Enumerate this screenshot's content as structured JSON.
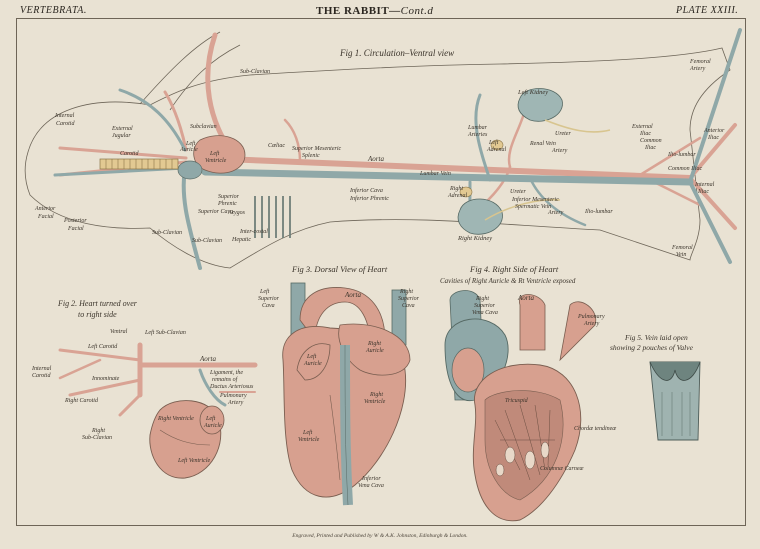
{
  "header": {
    "left": "VERTEBRATA.",
    "center": "THE RABBIT—",
    "center_cont": "Cont.d",
    "right": "PLATE XXIII."
  },
  "figures": {
    "fig1": "Fig 1. Circulation–Ventral view",
    "fig2_line1": "Fig 2. Heart turned over",
    "fig2_line2": "to right side",
    "fig3": "Fig 3. Dorsal View of Heart",
    "fig4_line1": "Fig 4. Right Side of Heart",
    "fig4_line2": "Cavities of Right Auricle & Rt Ventricle exposed",
    "fig5_line1": "Fig 5. Vein laid open",
    "fig5_line2": "showing 2 pouches of Valve"
  },
  "labels": {
    "sub_clavian": "Sub-Clavian",
    "internal_carotid": "Internal",
    "internal_carotid2": "Carotid",
    "external_jugular": "External",
    "external_jugular2": "Jugular",
    "subclavian2": "Subclavian",
    "carotid": "Carotid",
    "left_auricle": "Left",
    "left_auricle2": "Auricle",
    "left_ventricle": "Left",
    "left_ventricle2": "Ventricle",
    "right_auricle": "Right",
    "right_auricle2": "Auricle",
    "anterior_facial": "Anterior",
    "anterior_facial2": "Facial",
    "posterior_facial": "Posterior",
    "posterior_facial2": "Facial",
    "coeliac": "Cœliac",
    "superior_mesenteric": "Superior Mesenteric",
    "splenic": "Splenic",
    "aorta": "Aorta",
    "lumbar_vein": "Lumbar Vein",
    "inferior_cava": "Inferior Cava",
    "inferior_phrenic": "Inferior Phrenic",
    "superior_phrenic": "Superior",
    "superior_phrenic2": "Phrenic",
    "azygos": "Azygos",
    "superior_cava": "Superior Cava",
    "intercostal": "Inter-costal",
    "hepatic": "Hepatic",
    "sub_clavian_low": "Sub-Clavian",
    "sub_clavian_low2": "Sub-Clavian",
    "left_kidney": "Left Kidney",
    "lumbar_arteries": "Lumbar",
    "lumbar_arteries2": "Arteries",
    "left_adrenal": "Left",
    "left_adrenal2": "Adrenal",
    "renal": "Renal Vein",
    "renal2": "Artery",
    "ureter": "Ureter",
    "ureter2": "Ureter",
    "right_adrenal": "Right",
    "right_adrenal2": "Adrenal",
    "right_kidney": "Right Kidney",
    "inferior_mesenteric": "Inferior Mesenteric",
    "spermatic": "Spermatic Vein",
    "spermatic2": "Artery",
    "ilio_lumbar": "Ilio-lumbar",
    "ilio_lumbar2": "Ilio-lumbar",
    "femoral_artery": "Femoral",
    "femoral_artery2": "Artery",
    "external_iliac": "External",
    "external_iliac2": "Iliac",
    "common_iliac": "Common",
    "common_iliac2": "Iliac",
    "common_iliac_b": "Common Iliac",
    "internal_iliac": "Internal",
    "internal_iliac2": "Iliac",
    "anterior_iliac": "Anterior",
    "anterior_iliac2": "Iliac",
    "femoral_vein": "Femoral",
    "femoral_vein2": "Vein",
    "f2_ventral": "Ventral",
    "f2_left_sub": "Left Sub-Clavian",
    "f2_left_carotid": "Left Carotid",
    "f2_internal": "Internal",
    "f2_internal2": "Carotid",
    "f2_innominate": "Innominate",
    "f2_aorta": "Aorta",
    "f2_ligament": "Ligament, the",
    "f2_ligament2": "remains of",
    "f2_ligament3": "Ductus Arteriosus",
    "f2_pulmonary": "Pulmonary",
    "f2_pulmonary2": "Artery",
    "f2_right_carotid": "Right Carotid",
    "f2_right_ventricle": "Right Ventricle",
    "f2_left_auricle": "Left",
    "f2_left_auricle2": "Auricle",
    "f2_right_sub": "Right",
    "f2_right_sub2": "Sub-Clavian",
    "f2_left_ventricle": "Left Ventricle",
    "f3_left_sup": "Left",
    "f3_left_sup2": "Superior",
    "f3_left_sup3": "Cava",
    "f3_aorta": "Aorta",
    "f3_right_sup": "Right",
    "f3_right_sup2": "Superior",
    "f3_right_sup3": "Cava",
    "f3_right_auricle": "Right",
    "f3_right_auricle2": "Auricle",
    "f3_left_auricle": "Left",
    "f3_left_auricle2": "Auricle",
    "f3_right_ventricle": "Right",
    "f3_right_ventricle2": "Ventricle",
    "f3_left_ventricle": "Left",
    "f3_left_ventricle2": "Ventricle",
    "f3_inferior": "Inferior",
    "f3_inferior2": "Vena Cava",
    "f4_right_sup": "Right",
    "f4_right_sup2": "Superior",
    "f4_right_sup3": "Vena Cava",
    "f4_aorta": "Aorta",
    "f4_pulm": "Pulmonary",
    "f4_pulm2": "Artery",
    "f4_chordae": "Chordæ tendineæ",
    "f4_columnae": "Columnæ Carneæ",
    "f4_valve": "Tricuspid"
  },
  "footer": "Engraved, Printed and Published by W & A.K. Johnston, Edinburgh & London."
}
